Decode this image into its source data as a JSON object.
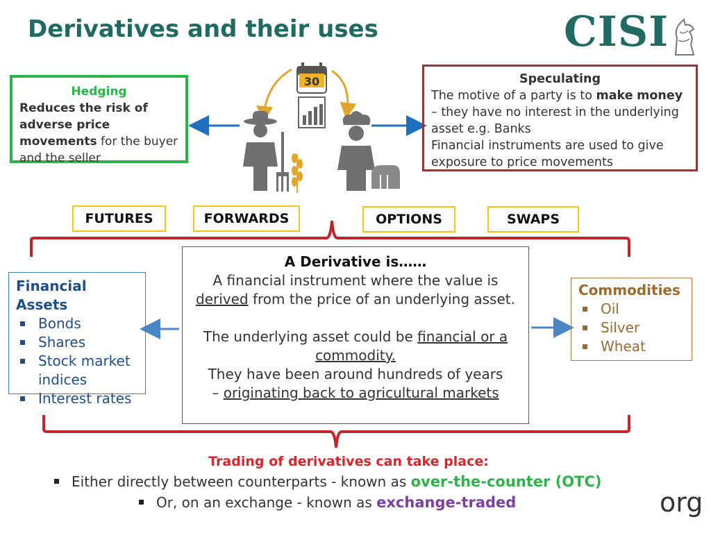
{
  "title": "Derivatives and their uses",
  "logo": {
    "text": "CISI"
  },
  "hedging": {
    "title": "Hedging",
    "bold_text": "Reduces the risk of adverse price movements",
    "text": " for the buyer and the seller"
  },
  "speculating": {
    "title": "Speculating",
    "text1": "The motive of a party is to ",
    "bold1": "make",
    "bold2": "money",
    "text2": " – they have no interest in the underlying asset e.g. Banks",
    "text3": "Financial instruments are used to give exposure to price movements"
  },
  "calendar_number": "30",
  "types": [
    "FUTURES",
    "FORWARDS",
    "OPTIONS",
    "SWAPS"
  ],
  "definition": {
    "heading": "A Derivative is……",
    "line1": "A financial instrument where the value is",
    "derived": "derived",
    "line2": " from the price of an underlying asset.",
    "line3": "The underlying asset could be ",
    "financial_or": "financial or a commodity.",
    "line4": "They have been around hundreds of years",
    "dash": "– ",
    "origin": "originating back to agricultural markets"
  },
  "financial_assets": {
    "title": "Financial Assets",
    "items": [
      "Bonds",
      "Shares",
      "Stock market indices",
      "Interest rates"
    ]
  },
  "commodities": {
    "title": "Commodities",
    "items": [
      "Oil",
      "Silver",
      "Wheat"
    ]
  },
  "trading": {
    "title": "Trading of derivatives can take place:",
    "line1_text": "Either directly between counterparts - known as ",
    "line1_highlight": "over-the-counter (OTC)",
    "line2_text": "Or, on an exchange - known as ",
    "line2_highlight": "exchange-traded"
  },
  "footer_org": "org",
  "colors": {
    "teal": "#1f6b63",
    "green": "#2db34a",
    "maroon": "#8b3a3a",
    "gold": "#f5c518",
    "red": "#d9262c",
    "blue": "#3a7cc0",
    "brown": "#9a6a2f",
    "purple": "#7b3fa5"
  }
}
